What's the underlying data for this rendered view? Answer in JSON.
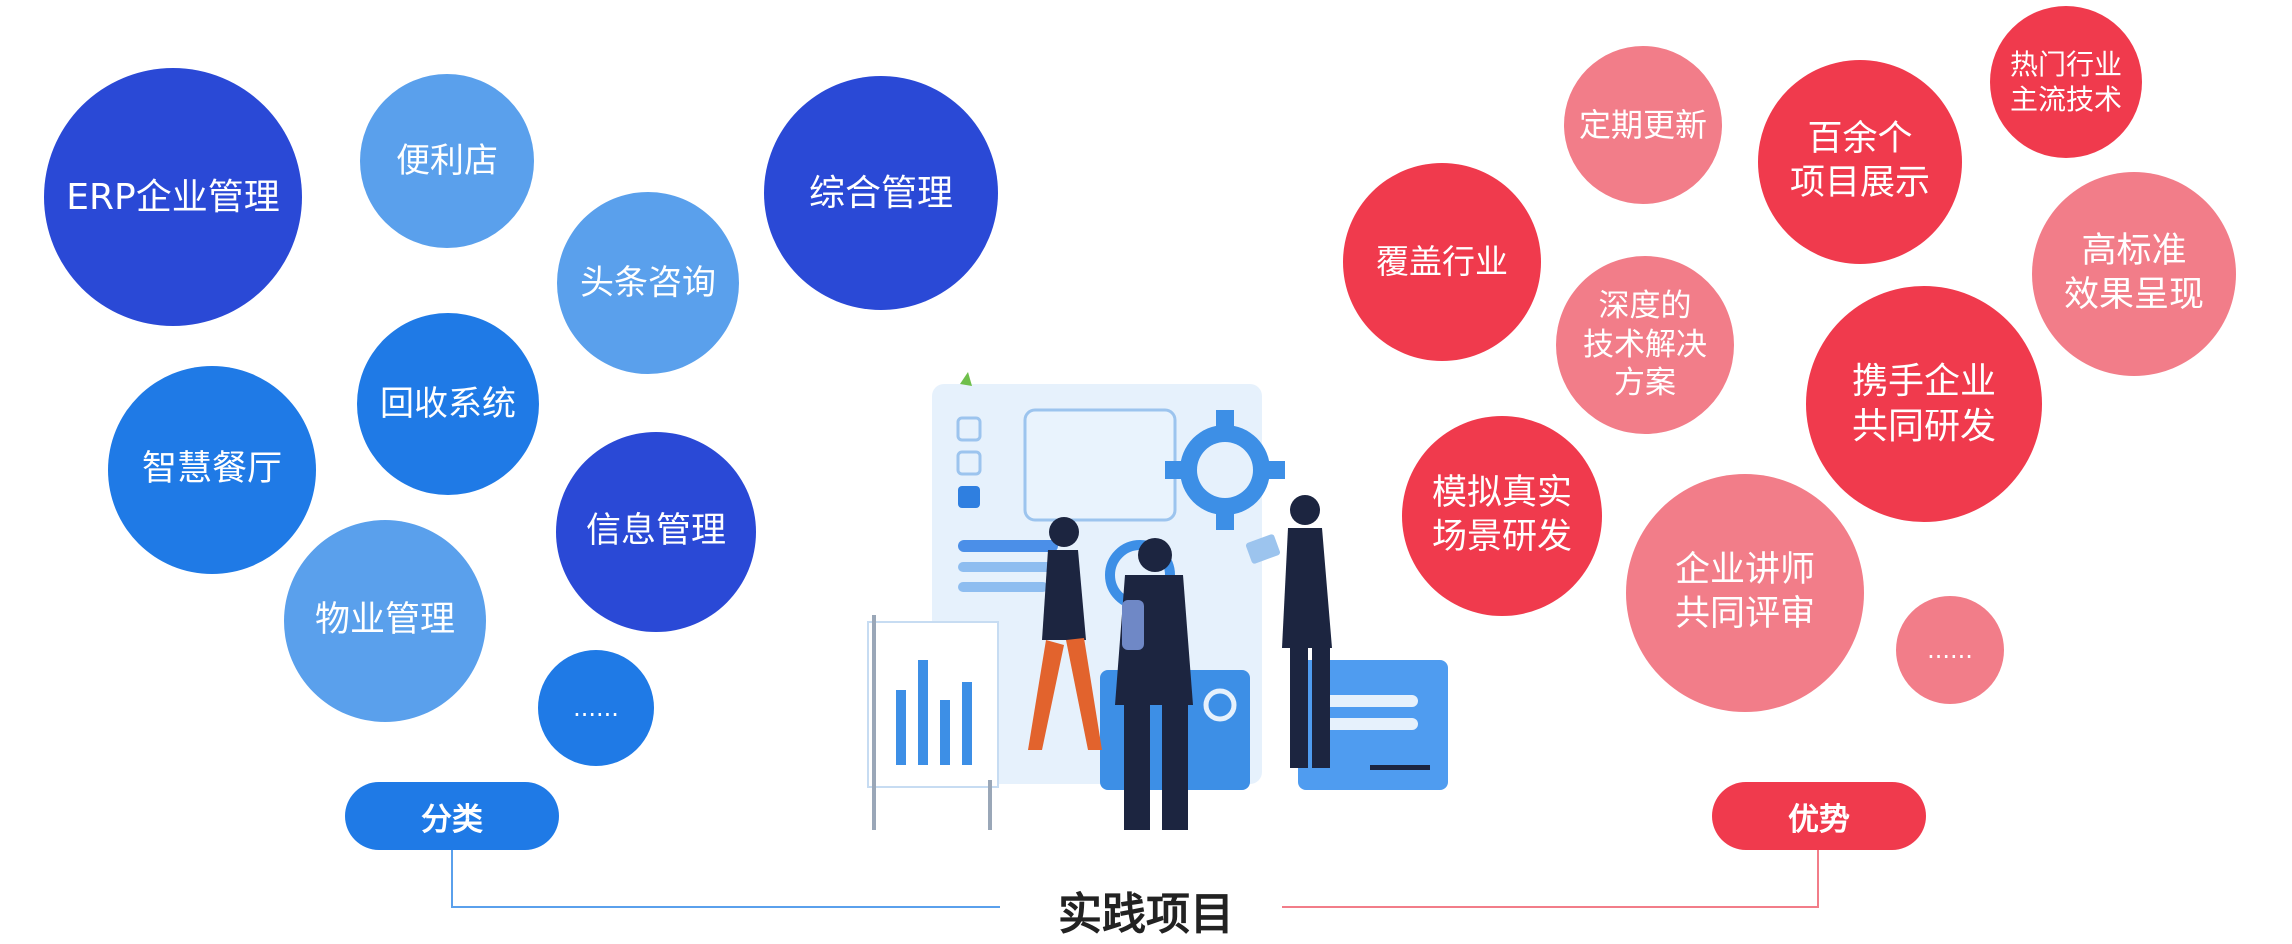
{
  "categories": {
    "items": [
      "ERP企业管理",
      "便利店",
      "头条咨询",
      "综合管理",
      "回收系统",
      "智慧餐厅",
      "信息管理",
      "物业管理",
      "......"
    ],
    "label": "分类"
  },
  "advantages": {
    "items": [
      "定期更新",
      "热门行业\n主流技术",
      "百余个\n项目展示",
      "覆盖行业",
      "深度的\n技术解决\n方案",
      "高标准\n效果呈现",
      "携手企业\n共同研发",
      "模拟真实\n场景研发",
      "企业讲师\n共同评审",
      "......"
    ],
    "label": "优势"
  },
  "center_title": "实践项目",
  "colors": {
    "blue_dark": "#2a49d6",
    "blue_mid": "#1f7ae6",
    "blue_light": "#5aa0ec",
    "red_dark": "#f03a4d",
    "red_light": "#f27d89",
    "navy_figure": "#1c2540"
  }
}
